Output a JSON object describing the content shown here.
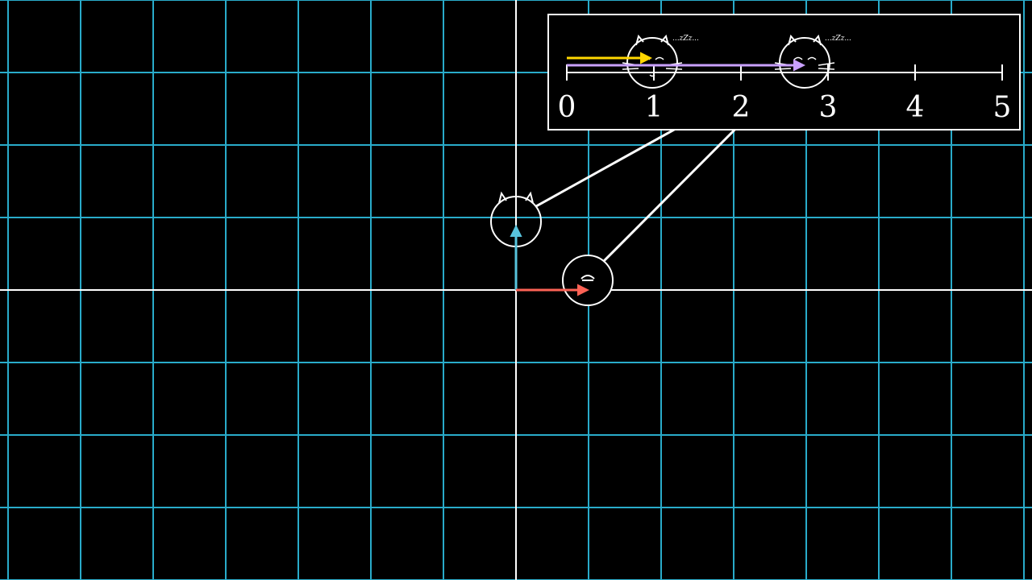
{
  "colors": {
    "background": "#000000",
    "grid": "#29ABCA",
    "axes": "#FFFFFF",
    "basis_i": "#FC6255",
    "basis_j": "#58C4DD",
    "yellow_vector": "#FFD700",
    "purple_vector": "#C9A0FF",
    "outline": "#FFFFFF"
  },
  "number_line": {
    "ticks": [
      "0",
      "1",
      "2",
      "3",
      "4",
      "5"
    ],
    "zzz_text": "...zZz..."
  },
  "icons": {
    "creature": "cat-face-icon",
    "sleep": "zzz-icon"
  }
}
